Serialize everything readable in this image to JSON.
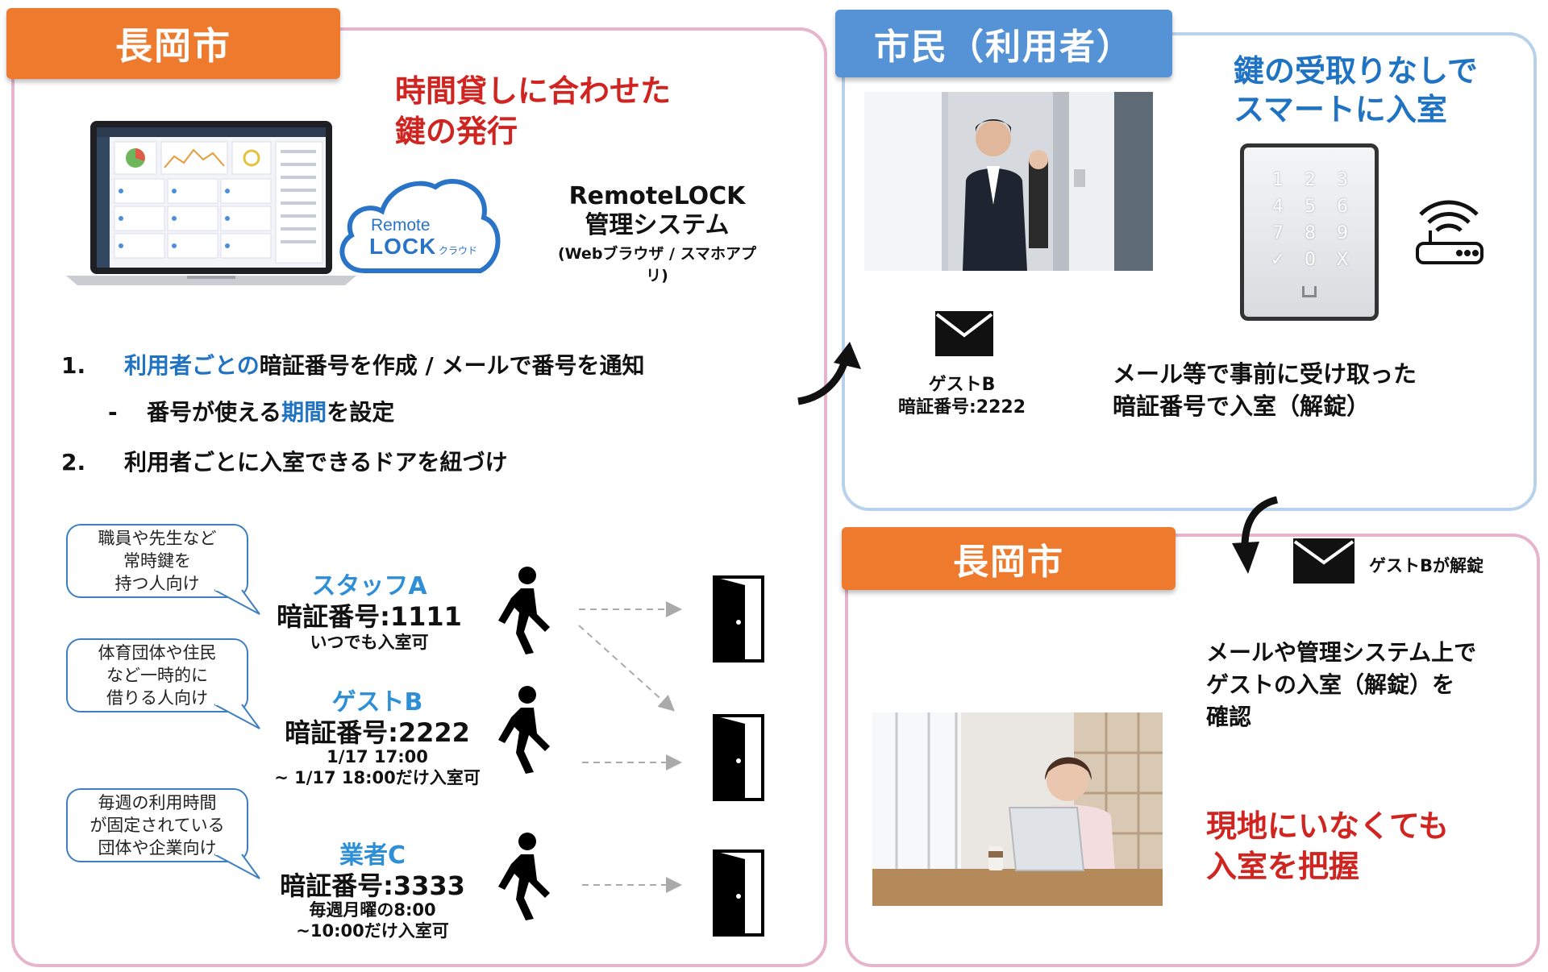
{
  "left_panel": {
    "tag": "長岡市",
    "headline_line1": "時間貸しに合わせた",
    "headline_line2": "鍵の発行",
    "cloud_logo_word1": "Remote",
    "cloud_logo_word2": "LOCK",
    "cloud_logo_sub": "クラウド",
    "system_name_line1": "RemoteLOCK",
    "system_name_line2": "管理システム",
    "system_sub": "(Webブラウザ / スマホアプリ)",
    "steps": {
      "s1_num": "1.",
      "s1_blue": "利用者ごとの",
      "s1_rest": "暗証番号を作成 / メールで番号を通知",
      "s1sub_dash": "-",
      "s1sub_a": "番号が使える",
      "s1sub_blue": "期間",
      "s1sub_b": "を設定",
      "s2_num": "2.",
      "s2_text": "利用者ごとに入室できるドアを紐づけ"
    },
    "users": [
      {
        "bubble": [
          "職員や先生など",
          "常時鍵を",
          "持つ人向け"
        ],
        "name": "スタッフA",
        "code": "暗証番号:1111",
        "note1": "いつでも入室可",
        "note2": ""
      },
      {
        "bubble": [
          "体育団体や住民",
          "など一時的に",
          "借りる人向け"
        ],
        "name": "ゲストB",
        "code": "暗証番号:2222",
        "note1": "1/17 17:00",
        "note2": "~ 1/17 18:00だけ入室可"
      },
      {
        "bubble": [
          "毎週の利用時間",
          "が固定されている",
          "団体や企業向け"
        ],
        "name": "業者C",
        "code": "暗証番号:3333",
        "note1": "毎週月曜の8:00",
        "note2": "~10:00だけ入室可"
      }
    ]
  },
  "top_right_panel": {
    "tag": "市民（利用者）",
    "headline_line1": "鍵の受取りなしで",
    "headline_line2": "スマートに入室",
    "guest_label_line1": "ゲストB",
    "guest_label_line2": "暗証番号:2222",
    "desc_line1": "メール等で事前に受け取った",
    "desc_line2": "暗証番号で入室（解錠）",
    "keypad_keys": [
      "1",
      "2",
      "3",
      "4",
      "5",
      "6",
      "7",
      "8",
      "9",
      "✓",
      "0",
      "X"
    ]
  },
  "bottom_right_panel": {
    "tag": "長岡市",
    "badge": "ゲストBが解錠",
    "desc_line1": "メールや管理システム上で",
    "desc_line2": "ゲストの入室（解錠）を",
    "desc_line3": "確認",
    "red_line1": "現地にいなくても",
    "red_line2": "入室を把握"
  },
  "colors": {
    "orange_tag": "#ee7a2e",
    "blue_tag": "#5593d6",
    "red_text": "#d02420",
    "blue_text": "#1f73c2",
    "pink_border": "#e6b5cc",
    "lightblue_border": "#b9d2ec"
  }
}
